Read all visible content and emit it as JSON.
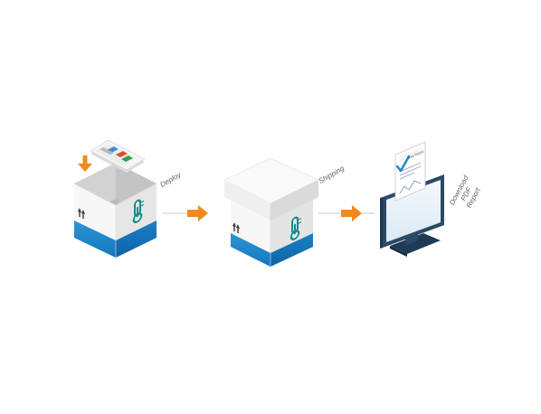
{
  "steps": {
    "deploy_label": "Deploy",
    "shipping_label": "Shipping",
    "report_label_line1": "Download",
    "report_label_line2": "PDF Report"
  },
  "document": {
    "heading": "Data Report"
  },
  "icons": {
    "box_symbol": "thermometer-icon",
    "handling_symbol": "this-way-up-icon",
    "flow_symbol": "arrow-right-icon",
    "check_symbol": "checkmark-icon"
  },
  "colors": {
    "accent_blue": "#1a86c9",
    "arrow_orange": "#f08a1c",
    "thermo_teal": "#0f8a8a",
    "box_white": "#f6f6f6",
    "box_grey": "#e4e4e4",
    "monitor_navy": "#2c4a66"
  }
}
